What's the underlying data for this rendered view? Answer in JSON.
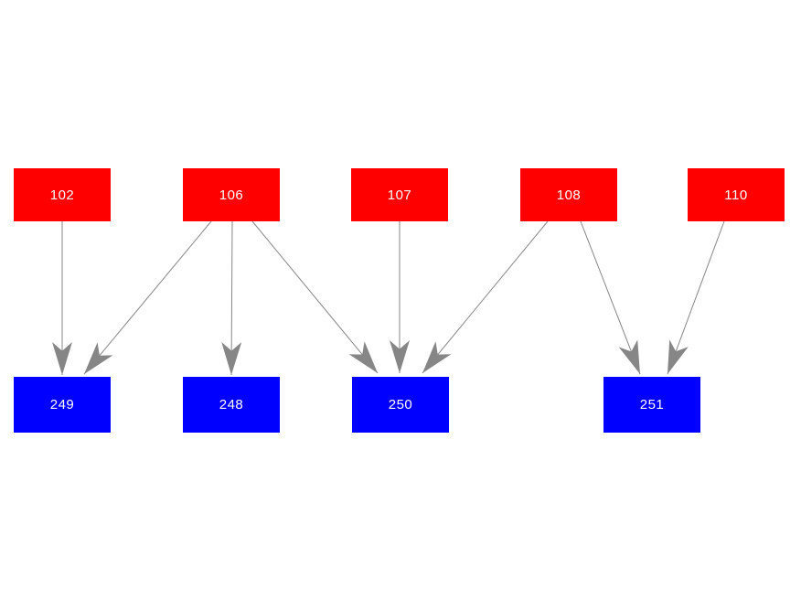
{
  "diagram": {
    "type": "directed-graph",
    "background": "#ffffff",
    "edge_color": "#868686",
    "label_color": "#ffffff",
    "rows": [
      {
        "name": "top",
        "color": "#ff0000",
        "nodes": [
          "102",
          "106",
          "107",
          "108",
          "110"
        ]
      },
      {
        "name": "bottom",
        "color": "#0000ff",
        "nodes": [
          "249",
          "248",
          "250",
          "251"
        ]
      }
    ],
    "edges": [
      {
        "from": "102",
        "to": "249"
      },
      {
        "from": "106",
        "to": "249"
      },
      {
        "from": "106",
        "to": "248"
      },
      {
        "from": "106",
        "to": "250"
      },
      {
        "from": "107",
        "to": "250"
      },
      {
        "from": "108",
        "to": "250"
      },
      {
        "from": "108",
        "to": "251"
      },
      {
        "from": "110",
        "to": "251"
      }
    ]
  }
}
